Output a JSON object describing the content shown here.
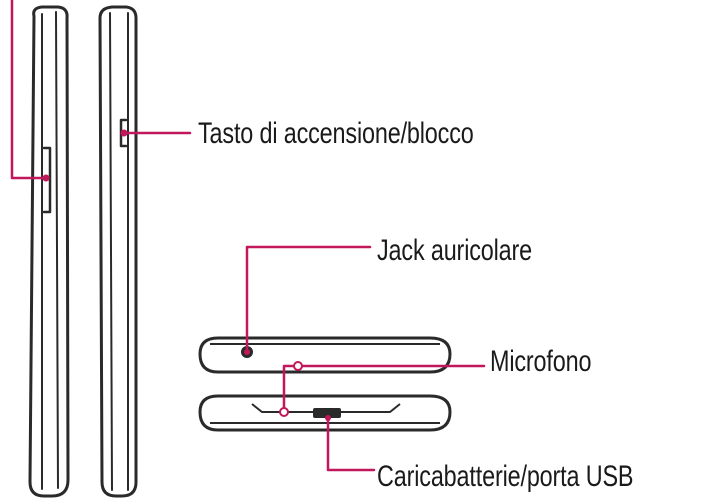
{
  "labels": {
    "power": "Tasto di accensione/blocco",
    "jack": "Jack auricolare",
    "mic": "Microfono",
    "usb": "Caricabatterie/porta USB"
  },
  "colors": {
    "outline": "#2a2a2a",
    "callout": "#c2185b",
    "text": "#1a1a1a"
  }
}
